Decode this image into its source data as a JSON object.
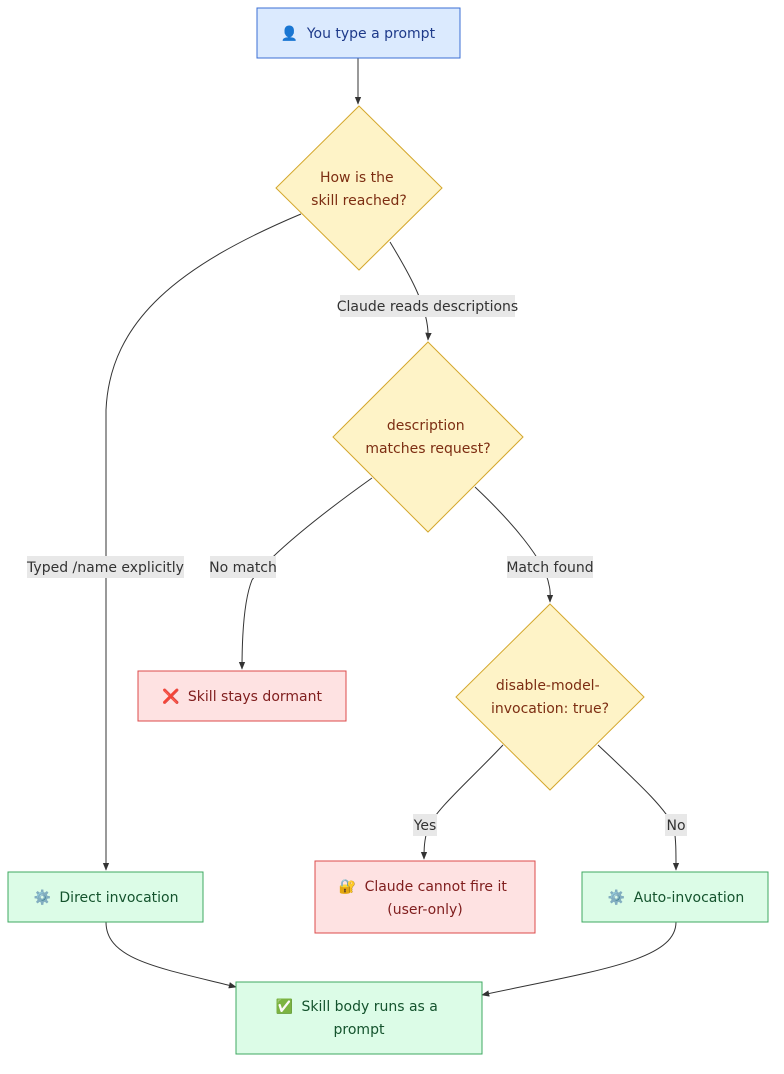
{
  "colors": {
    "start_fill": "#dbeafe",
    "start_stroke": "#3b6fd4",
    "start_text": "#1e3a8a",
    "decision_fill": "#fef3c7",
    "decision_stroke": "#d4a72c",
    "decision_text": "#7c2d12",
    "stop_fill": "#fee2e2",
    "stop_stroke": "#dc4b4b",
    "stop_text": "#7f1d1d",
    "ok_fill": "#dcfce7",
    "ok_stroke": "#3fa862",
    "ok_text": "#14532d",
    "edge": "#333333",
    "label_bg": "#e8e8e8"
  },
  "nodes": {
    "start": {
      "icon": "👤",
      "lines": [
        "You type a prompt"
      ]
    },
    "reach": {
      "lines": [
        "How is the",
        "skill reached?"
      ]
    },
    "match": {
      "lines": [
        "description",
        "matches request?"
      ]
    },
    "dormant": {
      "icon": "❌",
      "lines": [
        "Skill stays dormant"
      ]
    },
    "disable": {
      "lines": [
        "disable-model-",
        "invocation: true?"
      ]
    },
    "direct": {
      "icon": "⚙️",
      "lines": [
        "Direct invocation"
      ]
    },
    "cannot": {
      "icon": "🔐",
      "lines": [
        "Claude cannot fire it",
        "(user-only)"
      ]
    },
    "auto": {
      "icon": "⚙️",
      "lines": [
        "Auto-invocation"
      ]
    },
    "runs": {
      "icon": "✅",
      "lines": [
        "Skill body runs as a",
        "prompt"
      ]
    }
  },
  "edges": {
    "typed": "Typed /name explicitly",
    "claude_reads": "Claude reads descriptions",
    "no_match": "No match",
    "match_found": "Match found",
    "yes": "Yes",
    "no": "No"
  }
}
